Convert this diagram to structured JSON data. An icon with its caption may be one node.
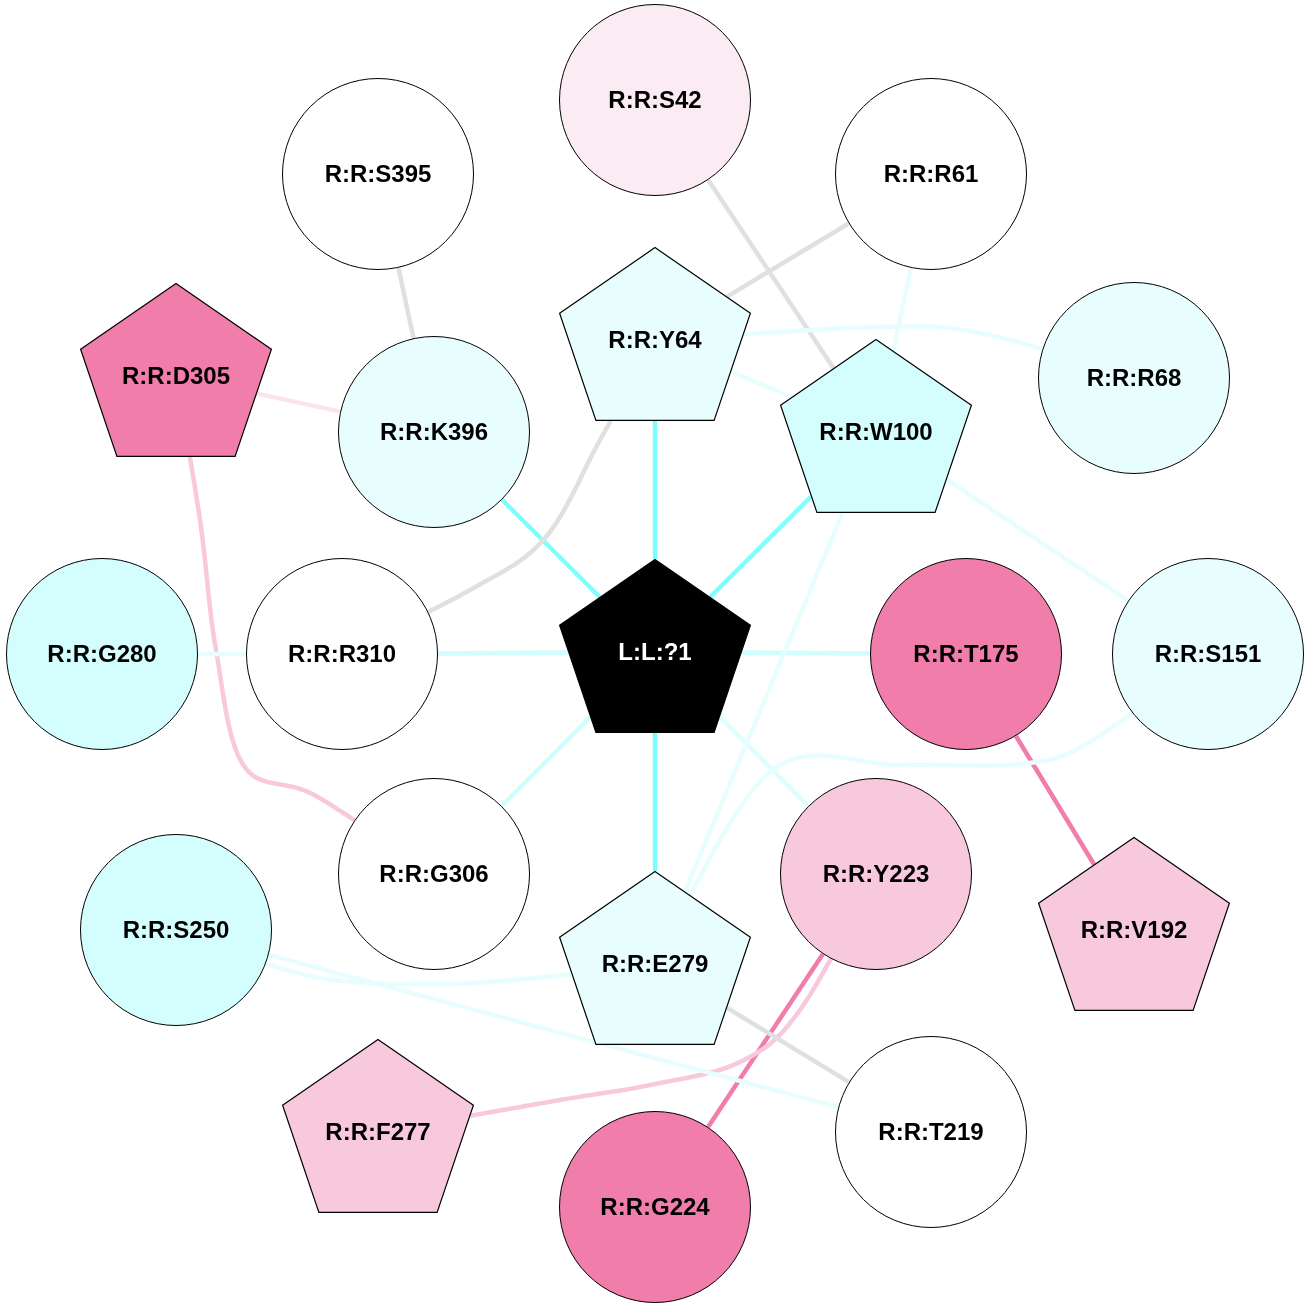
{
  "diagram": {
    "nodes": [
      {
        "text": [
          "R:R:S42"
        ]
      },
      {
        "text": [
          "R:R:S395"
        ]
      },
      {
        "text": [
          "R:R:R61"
        ]
      },
      {
        "text": [
          "R:R:D305"
        ]
      },
      {
        "text": [
          "R:R:Y64"
        ]
      },
      {
        "text": [
          "R:R:R68"
        ]
      },
      {
        "text": [
          "R:R:K396"
        ]
      },
      {
        "text": [
          "R:R:W100"
        ]
      },
      {
        "text": [
          "R:R:G280"
        ]
      },
      {
        "text": [
          "R:R:R310"
        ]
      },
      {
        "text": [
          "L:L:?1"
        ]
      },
      {
        "text": [
          "R:R:T175"
        ]
      },
      {
        "text": [
          "R:R:S151"
        ]
      },
      {
        "text": [
          "R:R:G306"
        ]
      },
      {
        "text": [
          "R:R:Y223"
        ]
      },
      {
        "text": [
          "R:R:S250"
        ]
      },
      {
        "text": [
          "R:R:V192"
        ]
      },
      {
        "text": [
          "R:R:E279"
        ]
      },
      {
        "text": [
          "R:R:F277"
        ]
      },
      {
        "text": [
          "R:R:T219"
        ]
      },
      {
        "text": [
          "R:R:G224"
        ]
      }
    ],
    "edges": [
      {
        "from": 10,
        "to": 4,
        "arrow": "none",
        "color": "#80fefe"
      },
      {
        "from": 10,
        "to": 6,
        "arrow": "none",
        "color": "#80fefe"
      },
      {
        "from": 10,
        "to": 7,
        "arrow": "none",
        "color": "#80fefe"
      },
      {
        "from": 10,
        "to": 9,
        "arrow": "none",
        "color": "#d0fefe"
      },
      {
        "from": 10,
        "to": 11,
        "arrow": "none",
        "color": "#d0fefe"
      },
      {
        "from": 10,
        "to": 13,
        "arrow": "none",
        "color": "#d0fefe"
      },
      {
        "from": 10,
        "to": 17,
        "arrow": "none",
        "color": "#80fefe"
      },
      {
        "from": 10,
        "to": 14,
        "arrow": "none",
        "color": "#ddfefe"
      },
      {
        "from": 0,
        "to": 7,
        "arrow": "none",
        "color": "#e0e0e0"
      },
      {
        "from": 1,
        "to": 6,
        "arrow": "none",
        "color": "#e0e0e0"
      },
      {
        "from": 2,
        "to": 4,
        "arrow": "none",
        "color": "#e0e0e0"
      },
      {
        "from": 2,
        "to": 7,
        "arrow": "none"
      },
      {
        "from": 3,
        "to": 6,
        "arrow": "none",
        "color": "#fbe4ee"
      },
      {
        "from": 3,
        "to": 13,
        "arrow": "none",
        "color": "#f8c8dc"
      },
      {
        "from": 4,
        "to": 5,
        "arrow": "none"
      },
      {
        "from": 4,
        "to": 7,
        "arrow": "none"
      },
      {
        "from": 4,
        "to": 9,
        "arrow": "none",
        "color": "#e0e0e0"
      },
      {
        "from": 7,
        "to": 12,
        "arrow": "none"
      },
      {
        "from": 7,
        "to": 17,
        "arrow": "none"
      },
      {
        "from": 8,
        "to": 9,
        "arrow": "none"
      },
      {
        "from": 11,
        "to": 16,
        "arrow": "none",
        "color": "#f07daa"
      },
      {
        "from": 12,
        "to": 17,
        "arrow": "none"
      },
      {
        "from": 14,
        "to": 20,
        "arrow": "none",
        "color": "#f07daa"
      },
      {
        "from": 14,
        "to": 18,
        "arrow": "none",
        "color": "#f8c8dc"
      },
      {
        "from": 15,
        "to": 17,
        "arrow": "none"
      },
      {
        "from": 15,
        "to": 19,
        "arrow": "none"
      },
      {
        "from": 17,
        "to": 19,
        "arrow": "none",
        "color": "#e0e0e0"
      }
    ]
  }
}
